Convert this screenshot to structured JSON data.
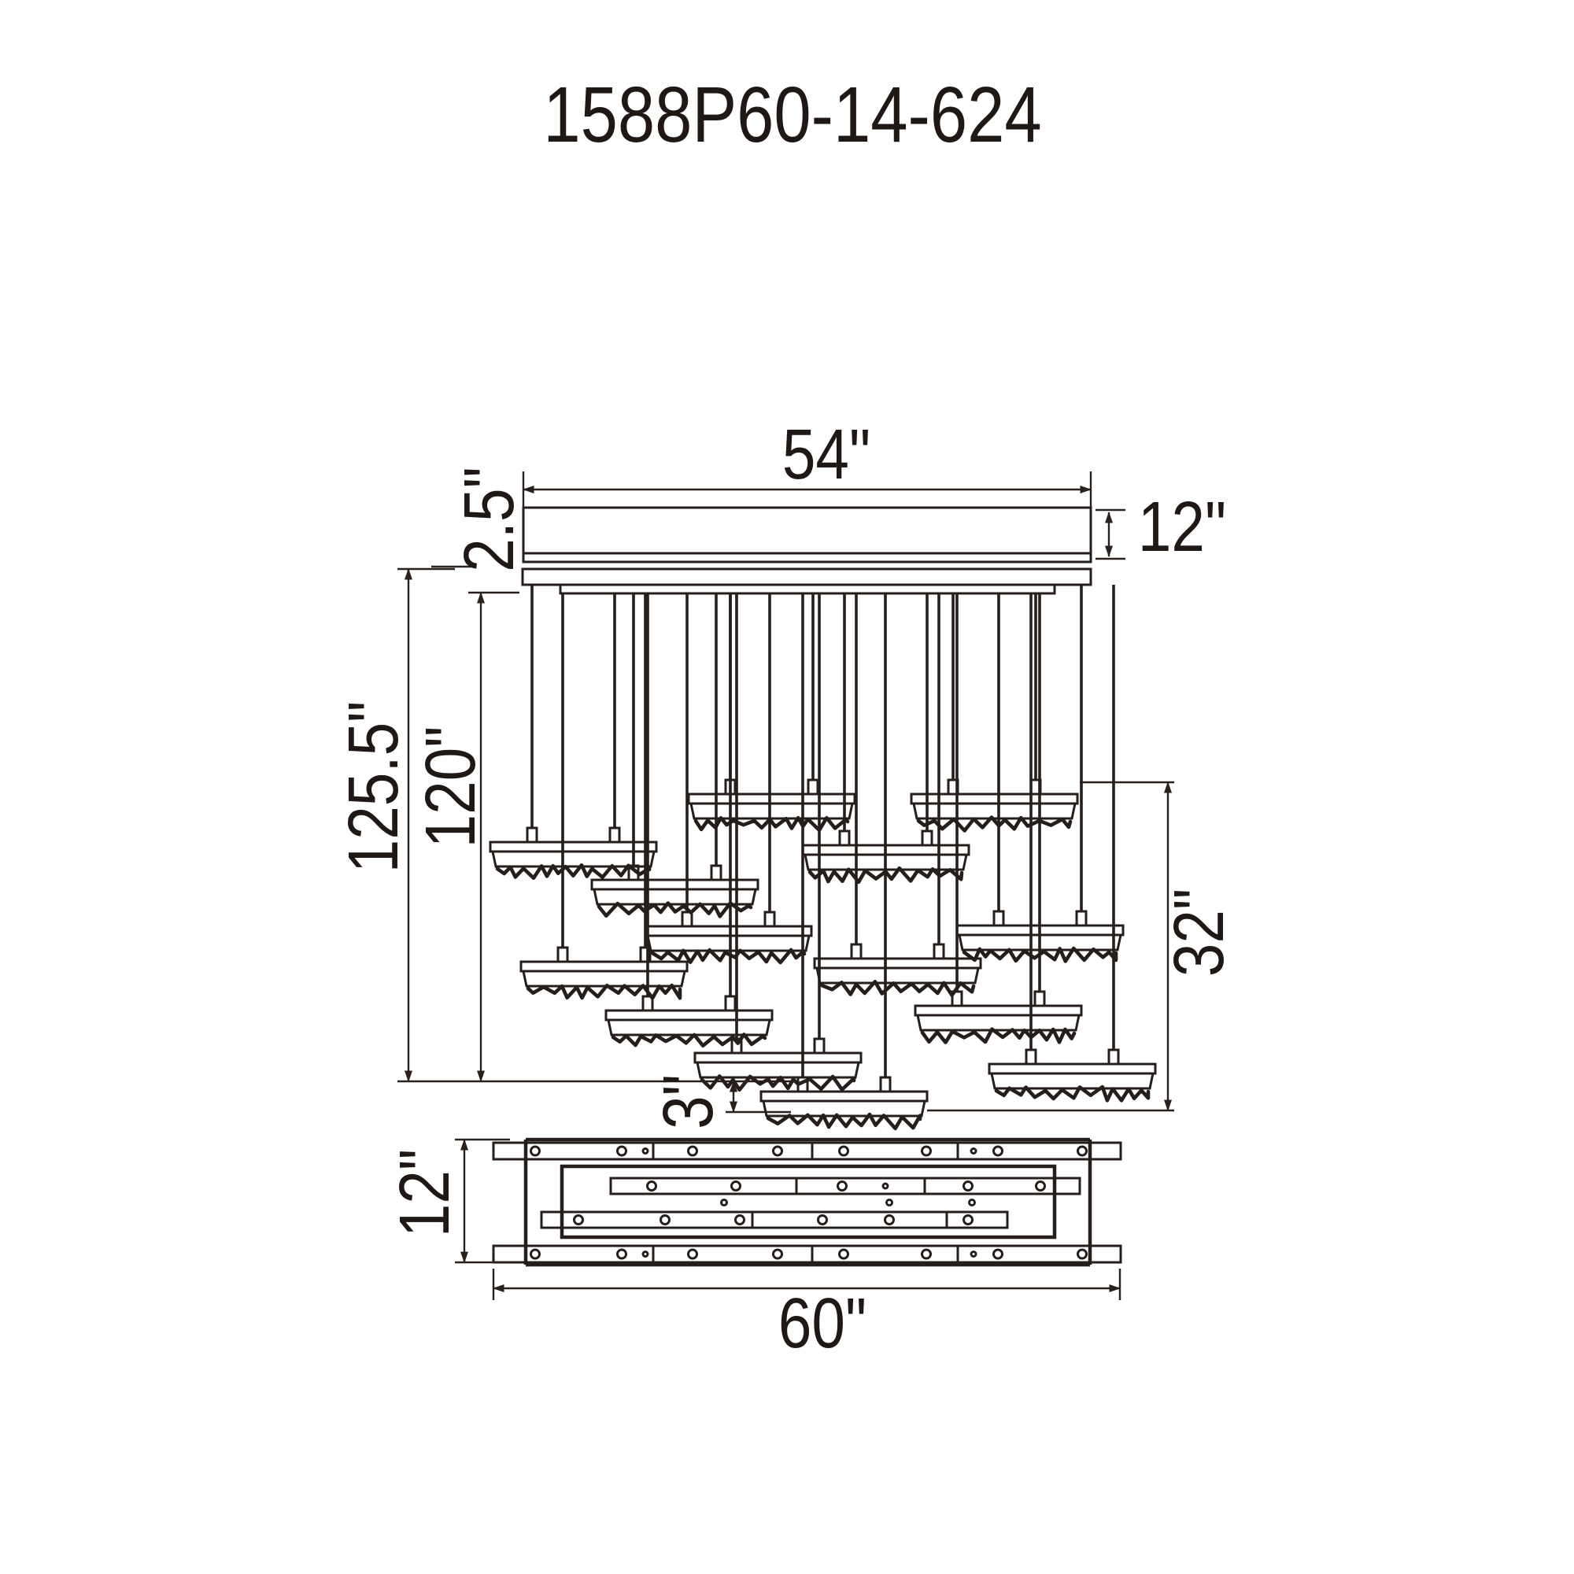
{
  "title": "1588P60-14-624",
  "dimensions": {
    "canopy_length": "54\"",
    "canopy_side": "12\"",
    "canopy_stem": "2.5\"",
    "overall_height": "125.5\"",
    "max_drop": "120\"",
    "cluster_height": "32\"",
    "bottom_bar_offset": "3\"",
    "base_length": "60\"",
    "base_width": "12\""
  },
  "fixture": {
    "pendant_bar_count": 14
  }
}
